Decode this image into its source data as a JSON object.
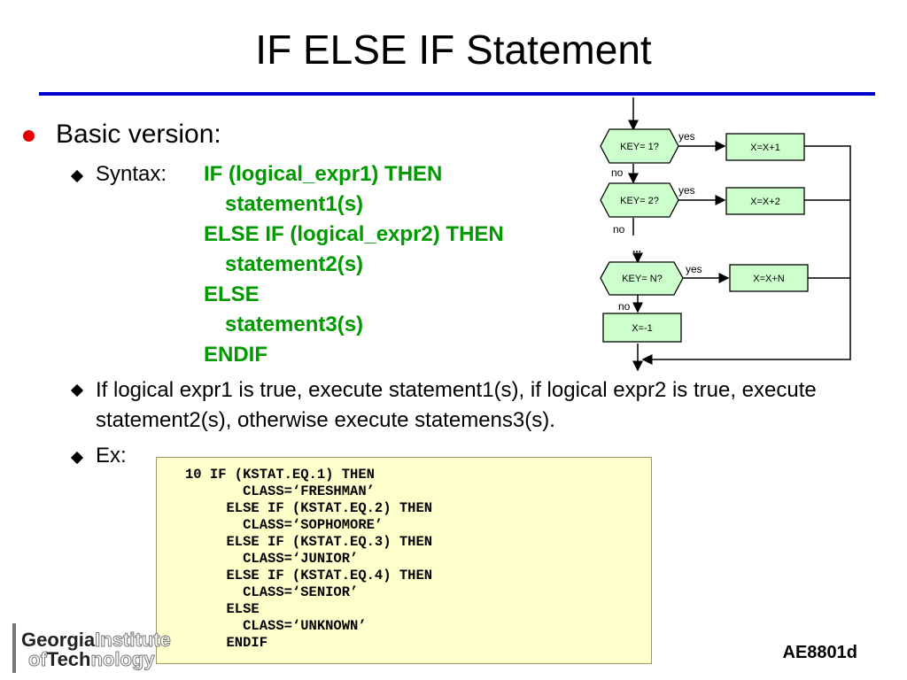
{
  "slide": {
    "title": "IF ELSE IF Statement",
    "accent_color": "#0000cc",
    "bullet_color": "#e00000",
    "code_color": "#009900",
    "box_color": "#ccffcc",
    "example_bg": "#ffffcc"
  },
  "bullets": {
    "basic": "Basic version:",
    "syntax_label": "Syntax:",
    "syntax_lines": [
      "IF (logical_expr1) THEN",
      "statement1(s)",
      "ELSE IF (logical_expr2) THEN",
      "statement2(s)",
      "ELSE",
      "statement3(s)",
      "ENDIF"
    ],
    "explanation": "If logical expr1 is true, execute statement1(s), if logical expr2 is true, execute statement2(s), otherwise execute statemens3(s).",
    "ex_label": "Ex:"
  },
  "example_code": "10 IF (KSTAT.EQ.1) THEN\n       CLASS=‘FRESHMAN’\n     ELSE IF (KSTAT.EQ.2) THEN\n       CLASS=‘SOPHOMORE’\n     ELSE IF (KSTAT.EQ.3) THEN\n       CLASS=‘JUNIOR’\n     ELSE IF (KSTAT.EQ.4) THEN\n       CLASS=‘SENIOR’\n     ELSE\n       CLASS=‘UNKNOWN’\n     ENDIF",
  "flowchart": {
    "decisions": [
      "KEY= 1?",
      "KEY= 2?",
      "KEY= N?"
    ],
    "actions": [
      "X=X+1",
      "X=X+2",
      "X=X+N"
    ],
    "else_action": "X=-1",
    "yes_label": "yes",
    "no_label": "no",
    "ellipsis": "..."
  },
  "logo": {
    "line1_dark": "Georgia",
    "line1_light": "Institute",
    "line2_pre": "of",
    "line2_dark": "Tech",
    "line2_light": "nology"
  },
  "footer": "AE8801d"
}
